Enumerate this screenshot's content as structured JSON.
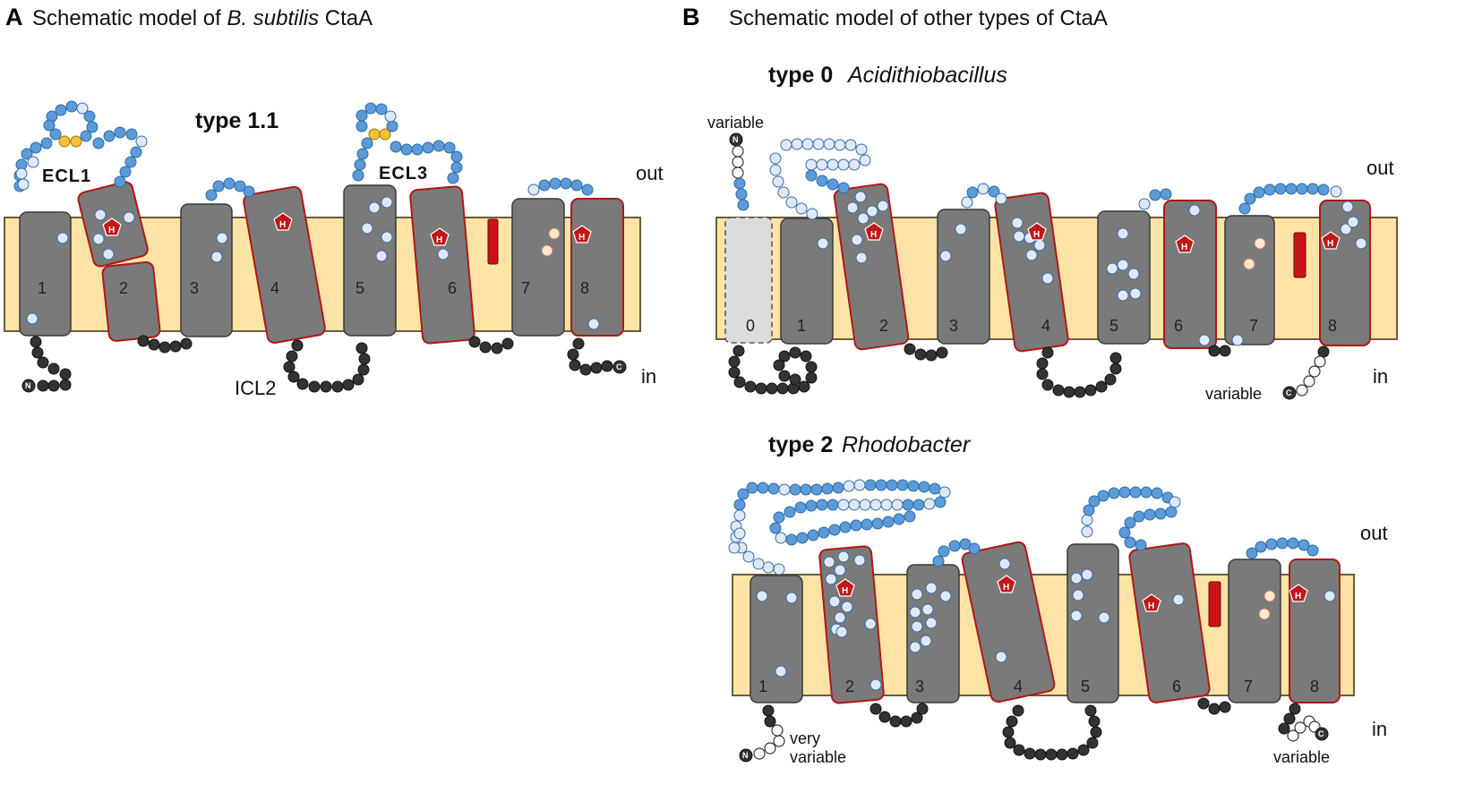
{
  "panel_a": {
    "letter": "A",
    "heading_prefix": "Schematic model of ",
    "heading_species": "B. subtilis",
    "heading_suffix": " CtaA",
    "type_label": "type 1.1",
    "ecl1_label": "ECL1",
    "ecl3_label": "ECL3",
    "icl2_label": "ICL2",
    "out_label": "out",
    "in_label": "in",
    "helices": [
      "1",
      "2",
      "3",
      "4",
      "5",
      "6",
      "7",
      "8"
    ]
  },
  "panel_b": {
    "letter": "B",
    "heading": "Schematic model of  other types of CtaA",
    "type0": {
      "type_label": "type 0",
      "organism": "Acidithiobacillus",
      "variable_n_label": "variable",
      "variable_c_label": "variable",
      "out_label": "out",
      "in_label": "in",
      "helices": [
        "0",
        "1",
        "2",
        "3",
        "4",
        "5",
        "6",
        "7",
        "8"
      ]
    },
    "type2": {
      "type_label": "type 2",
      "organism": "Rhodobacter",
      "very_label": "very",
      "variable_n_label": "variable",
      "variable_c_label": "variable",
      "out_label": "out",
      "in_label": "in",
      "helices": [
        "1",
        "2",
        "3",
        "4",
        "5",
        "6",
        "7",
        "8"
      ]
    }
  },
  "residue_letters": {
    "heme_histidine": "H",
    "n_terminus": "N",
    "c_terminus": "C"
  },
  "colors": {
    "membrane": "#fde4a6",
    "helix": "#7a7a7a",
    "heme_helix_outline": "#b01818",
    "loop_out": "#5b9bd8",
    "loop_in": "#333333",
    "histidine": "#c01818",
    "cysteine": "#f2c230"
  }
}
